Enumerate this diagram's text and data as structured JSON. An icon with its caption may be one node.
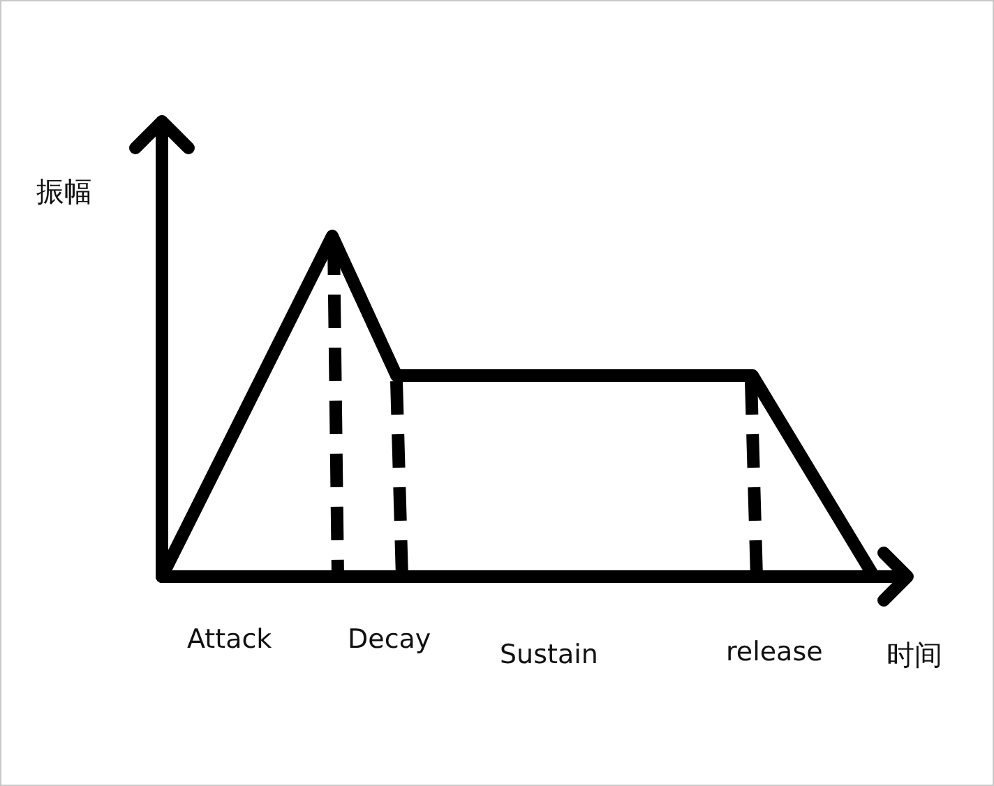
{
  "diagram": {
    "labels": [
      "振幅",
      "Attack",
      "Decay",
      "Sustain",
      "release",
      "时间"
    ]
  }
}
